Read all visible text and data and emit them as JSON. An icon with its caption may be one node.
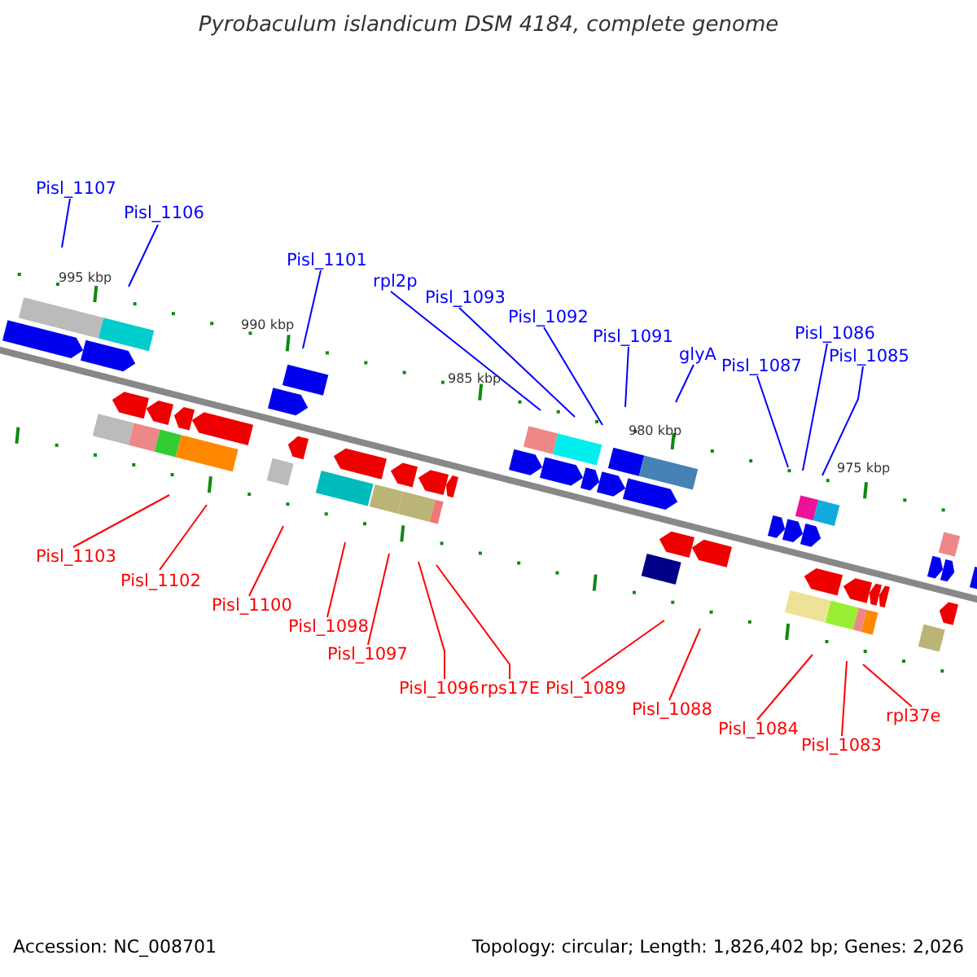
{
  "diagram": {
    "title": "Pyrobaculum islandicum DSM 4184, complete genome",
    "nodes": [
      {
        "text": [
          "Pisl_1107"
        ]
      },
      {
        "text": [
          "Pisl_1106"
        ]
      },
      {
        "text": [
          "Pisl_1101"
        ]
      },
      {
        "text": [
          "rpl2p"
        ]
      },
      {
        "text": [
          "Pisl_1093"
        ]
      },
      {
        "text": [
          "Pisl_1092"
        ]
      },
      {
        "text": [
          "Pisl_1091"
        ]
      },
      {
        "text": [
          "glyA"
        ]
      },
      {
        "text": [
          "Pisl_1087"
        ]
      },
      {
        "text": [
          "Pisl_1086"
        ]
      },
      {
        "text": [
          "Pisl_1085"
        ]
      },
      {
        "text": [
          "Pisl_1103"
        ]
      },
      {
        "text": [
          "Pisl_1102"
        ]
      },
      {
        "text": [
          "Pisl_1100"
        ]
      },
      {
        "text": [
          "Pisl_1098"
        ]
      },
      {
        "text": [
          "Pisl_1097"
        ]
      },
      {
        "text": [
          "Pisl_1096"
        ]
      },
      {
        "text": [
          "rps17E"
        ]
      },
      {
        "text": [
          "Pisl_1089"
        ]
      },
      {
        "text": [
          "Pisl_1088"
        ]
      },
      {
        "text": [
          "Pisl_1084"
        ]
      },
      {
        "text": [
          "Pisl_1083"
        ]
      },
      {
        "text": [
          "rpl37e"
        ]
      }
    ],
    "edges": [
      {
        "from": 0,
        "to": null,
        "arrow": "none",
        "color": "#0000ff"
      },
      {
        "from": 1,
        "to": null,
        "arrow": "none",
        "color": "#0000ff"
      },
      {
        "from": 2,
        "to": null,
        "arrow": "none",
        "color": "#0000ff"
      },
      {
        "from": 3,
        "to": null,
        "arrow": "none",
        "color": "#0000ff"
      },
      {
        "from": 4,
        "to": null,
        "arrow": "none",
        "color": "#0000ff"
      },
      {
        "from": 5,
        "to": null,
        "arrow": "none",
        "color": "#0000ff"
      },
      {
        "from": 6,
        "to": null,
        "arrow": "none",
        "color": "#0000ff"
      },
      {
        "from": 7,
        "to": null,
        "arrow": "none",
        "color": "#0000ff"
      },
      {
        "from": 8,
        "to": null,
        "arrow": "none",
        "color": "#0000ff"
      },
      {
        "from": 9,
        "to": null,
        "arrow": "none",
        "color": "#0000ff"
      },
      {
        "from": 10,
        "to": null,
        "arrow": "none",
        "color": "#0000ff"
      },
      {
        "from": 11,
        "to": null,
        "arrow": "none"
      },
      {
        "from": 12,
        "to": null,
        "arrow": "none"
      },
      {
        "from": 13,
        "to": null,
        "arrow": "none"
      },
      {
        "from": 14,
        "to": null,
        "arrow": "none"
      },
      {
        "from": 15,
        "to": null,
        "arrow": "none"
      },
      {
        "from": 16,
        "to": null,
        "arrow": "none"
      },
      {
        "from": 17,
        "to": null,
        "arrow": "none"
      },
      {
        "from": 18,
        "to": null,
        "arrow": "none"
      },
      {
        "from": 19,
        "to": null,
        "arrow": "none"
      },
      {
        "from": 20,
        "to": null,
        "arrow": "none"
      },
      {
        "from": 21,
        "to": null,
        "arrow": "none"
      },
      {
        "from": 22,
        "to": null,
        "arrow": "none"
      }
    ],
    "labels": [
      "995 kbp",
      "990 kbp",
      "985 kbp",
      "980 kbp",
      "975 kbp",
      "Accession: NC_008701",
      "Topology: circular; Length: 1,826,402 bp; Genes: 2,026"
    ]
  }
}
